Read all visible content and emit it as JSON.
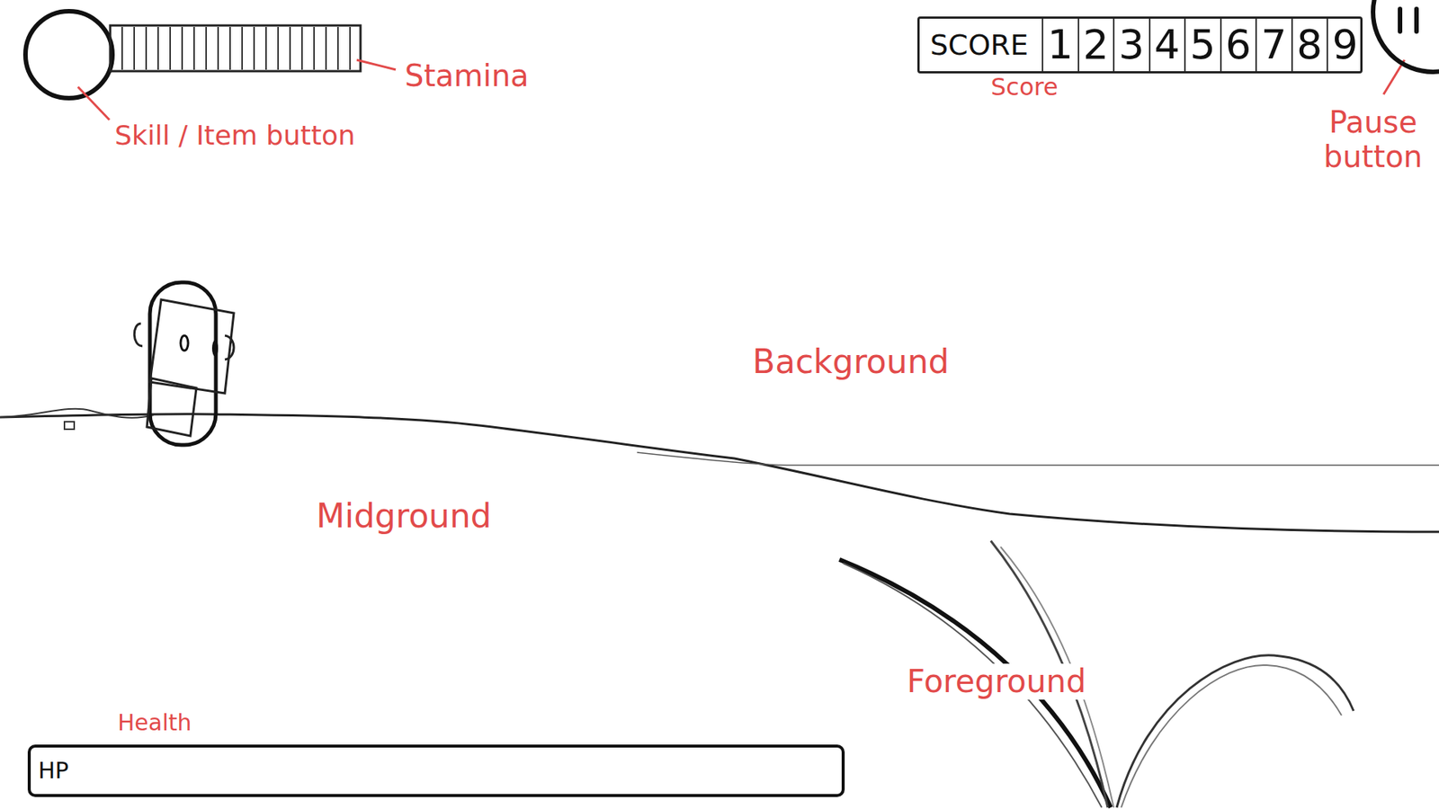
{
  "diagram": {
    "nodes": [
      {
        "text": [
          "SCORE"
        ]
      },
      {
        "text": [
          "1"
        ],
        "in": 0
      },
      {
        "text": [
          "2"
        ],
        "in": 0
      },
      {
        "text": [
          "3"
        ],
        "in": 0
      },
      {
        "text": [
          "4"
        ],
        "in": 0
      },
      {
        "text": [
          "5"
        ],
        "in": 0
      },
      {
        "text": [
          "6"
        ],
        "in": 0
      },
      {
        "text": [
          "7"
        ],
        "in": 0
      },
      {
        "text": [
          "8"
        ],
        "in": 0
      },
      {
        "text": [
          "9"
        ],
        "in": 0
      },
      {
        "text": [
          "HP"
        ]
      }
    ],
    "labels": [
      "Stamina",
      "Skill / Item button",
      "Score",
      "Pause button",
      "Background",
      "Midground",
      "Foreground",
      "Health"
    ]
  }
}
